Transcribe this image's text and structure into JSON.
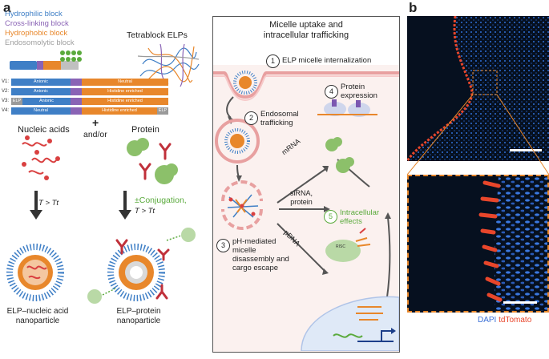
{
  "panels": {
    "a": "a",
    "b": "b"
  },
  "legend": [
    {
      "label": "Hydrophilic block",
      "color": "#3f7fc6"
    },
    {
      "label": "Cross-linking block",
      "color": "#8a63b5"
    },
    {
      "label": "Hydrophobic block",
      "color": "#e8872b"
    },
    {
      "label": "Endosomolytic block",
      "color": "#b3b3b3"
    }
  ],
  "tetrablock_title": "Tetrablock ELPs",
  "variants": [
    {
      "name": "V1:",
      "segments": [
        {
          "text": "Anionic",
          "color": "#3f7fc6"
        },
        {
          "text": "",
          "color": "#8a63b5"
        },
        {
          "text": "Neutral",
          "color": "#e8872b"
        }
      ]
    },
    {
      "name": "V2:",
      "segments": [
        {
          "text": "Anionic",
          "color": "#3f7fc6"
        },
        {
          "text": "",
          "color": "#8a63b5"
        },
        {
          "text": "Histidine enriched",
          "color": "#e8872b"
        }
      ]
    },
    {
      "name": "V3:",
      "segments": [
        {
          "text": "ELP",
          "color": "#9a9a9a"
        },
        {
          "text": "Anionic",
          "color": "#3f7fc6"
        },
        {
          "text": "",
          "color": "#8a63b5"
        },
        {
          "text": "Histidine enriched",
          "color": "#e8872b"
        }
      ]
    },
    {
      "name": "V4:",
      "segments": [
        {
          "text": "Neutral",
          "color": "#3f7fc6"
        },
        {
          "text": "",
          "color": "#8a63b5"
        },
        {
          "text": "Histidine enriched",
          "color": "#e8872b"
        },
        {
          "text": "ELP",
          "color": "#9a9a9a"
        }
      ]
    }
  ],
  "plus": "+",
  "and_or": "and/or",
  "nucleic_acids": "Nucleic acids",
  "protein": "Protein",
  "cond_left": "T > Tt",
  "conjugation": "±Conjugation,",
  "cond_right": "T > Tt",
  "np_left": [
    "ELP–nucleic acid",
    "nanoparticle"
  ],
  "np_right": [
    "ELP–protein",
    "nanoparticle"
  ],
  "box_title": [
    "Micelle uptake and",
    "intracellular trafficking"
  ],
  "steps": [
    {
      "num": "1",
      "text": [
        "ELP micelle internalization"
      ]
    },
    {
      "num": "2",
      "text": [
        "Endosomal",
        "trafficking"
      ]
    },
    {
      "num": "3",
      "text": [
        "pH-mediated",
        "micelle",
        "disassembly and",
        "cargo escape"
      ]
    },
    {
      "num": "4",
      "text": [
        "Protein",
        "expression"
      ]
    },
    {
      "num": "5",
      "text": [
        "Intracellular",
        "effects"
      ]
    }
  ],
  "arrow_labels": {
    "mrna": "mRNA",
    "sirna": "siRNA,",
    "protein": "protein",
    "pdna": "pDNA",
    "risc": "RISC"
  },
  "micro_legend": {
    "dapi": "DAPI",
    "tdtomato": "tdTomato"
  },
  "colors": {
    "step5": "#5aaa3c",
    "conjugation": "#5aaa3c",
    "zoom_box": "#e8872b",
    "dapi": "#3a6fd6",
    "tdtomato": "#e8462b"
  }
}
